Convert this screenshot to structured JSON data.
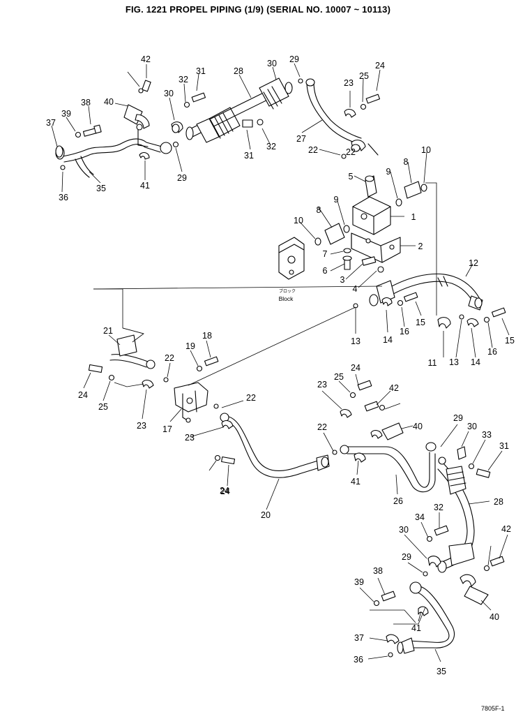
{
  "title": "FIG. 1221   PROPEL PIPING (1/9) (SERIAL NO. 10007 ~ 10113)",
  "block_label_jp": "ブロック",
  "block_label": "Block",
  "page_code": "7805F-1",
  "callouts": [
    "1",
    "2",
    "3",
    "4",
    "5",
    "6",
    "7",
    "8",
    "8",
    "9",
    "9",
    "10",
    "10",
    "11",
    "12",
    "13",
    "13",
    "14",
    "14",
    "15",
    "15",
    "16",
    "16",
    "17",
    "18",
    "19",
    "20",
    "21",
    "22",
    "22",
    "22",
    "22",
    "22",
    "23",
    "23",
    "23",
    "23",
    "24",
    "24",
    "24",
    "24",
    "24",
    "25",
    "25",
    "25",
    "26",
    "27",
    "28",
    "28",
    "29",
    "29",
    "29",
    "29",
    "30",
    "30",
    "30",
    "30",
    "31",
    "31",
    "31",
    "32",
    "32",
    "32",
    "33",
    "34",
    "35",
    "35",
    "36",
    "36",
    "37",
    "37",
    "38",
    "38",
    "39",
    "39",
    "40",
    "40",
    "40",
    "41",
    "41",
    "41",
    "42",
    "42",
    "42"
  ]
}
